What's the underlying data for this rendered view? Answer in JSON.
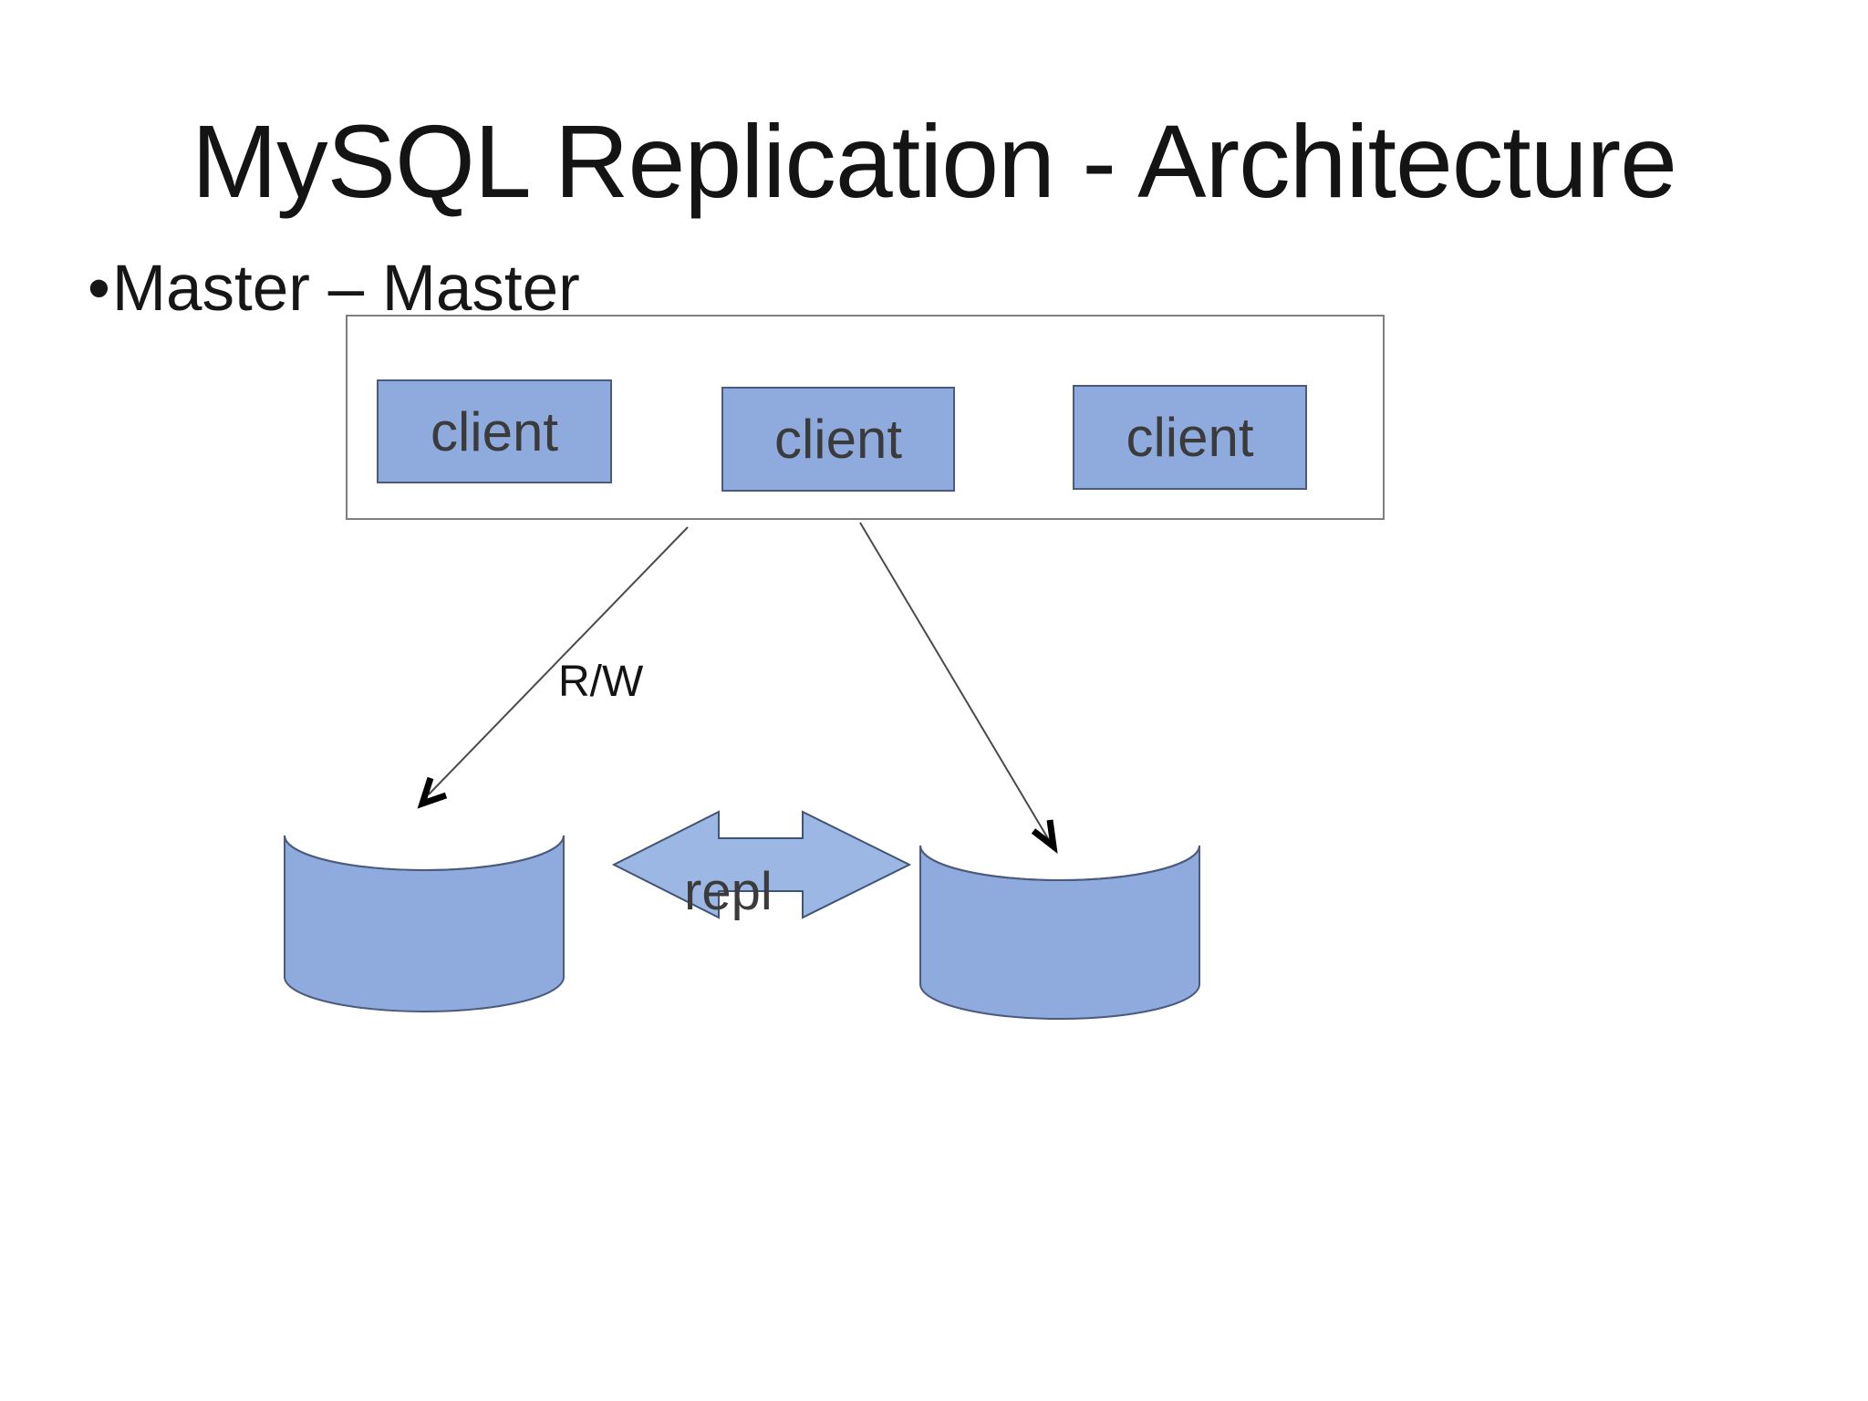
{
  "slide": {
    "title": "MySQL Replication - Architecture",
    "bullet_marker": "•",
    "bullet_text": "Master – Master"
  },
  "diagram": {
    "clients": [
      {
        "label": "client"
      },
      {
        "label": "client"
      },
      {
        "label": "client"
      }
    ],
    "rw_label": "R/W",
    "repl_label": "repl",
    "colors": {
      "shape_fill": "#8FAADC",
      "shape_border": "#4A5B7D",
      "arrow_fill": "#9DB7E4",
      "arrow_border": "#3F5576",
      "outer_border": "#7F7F7F",
      "line_color": "#4A4A4A",
      "text_dark": "#3B3B3B"
    }
  }
}
